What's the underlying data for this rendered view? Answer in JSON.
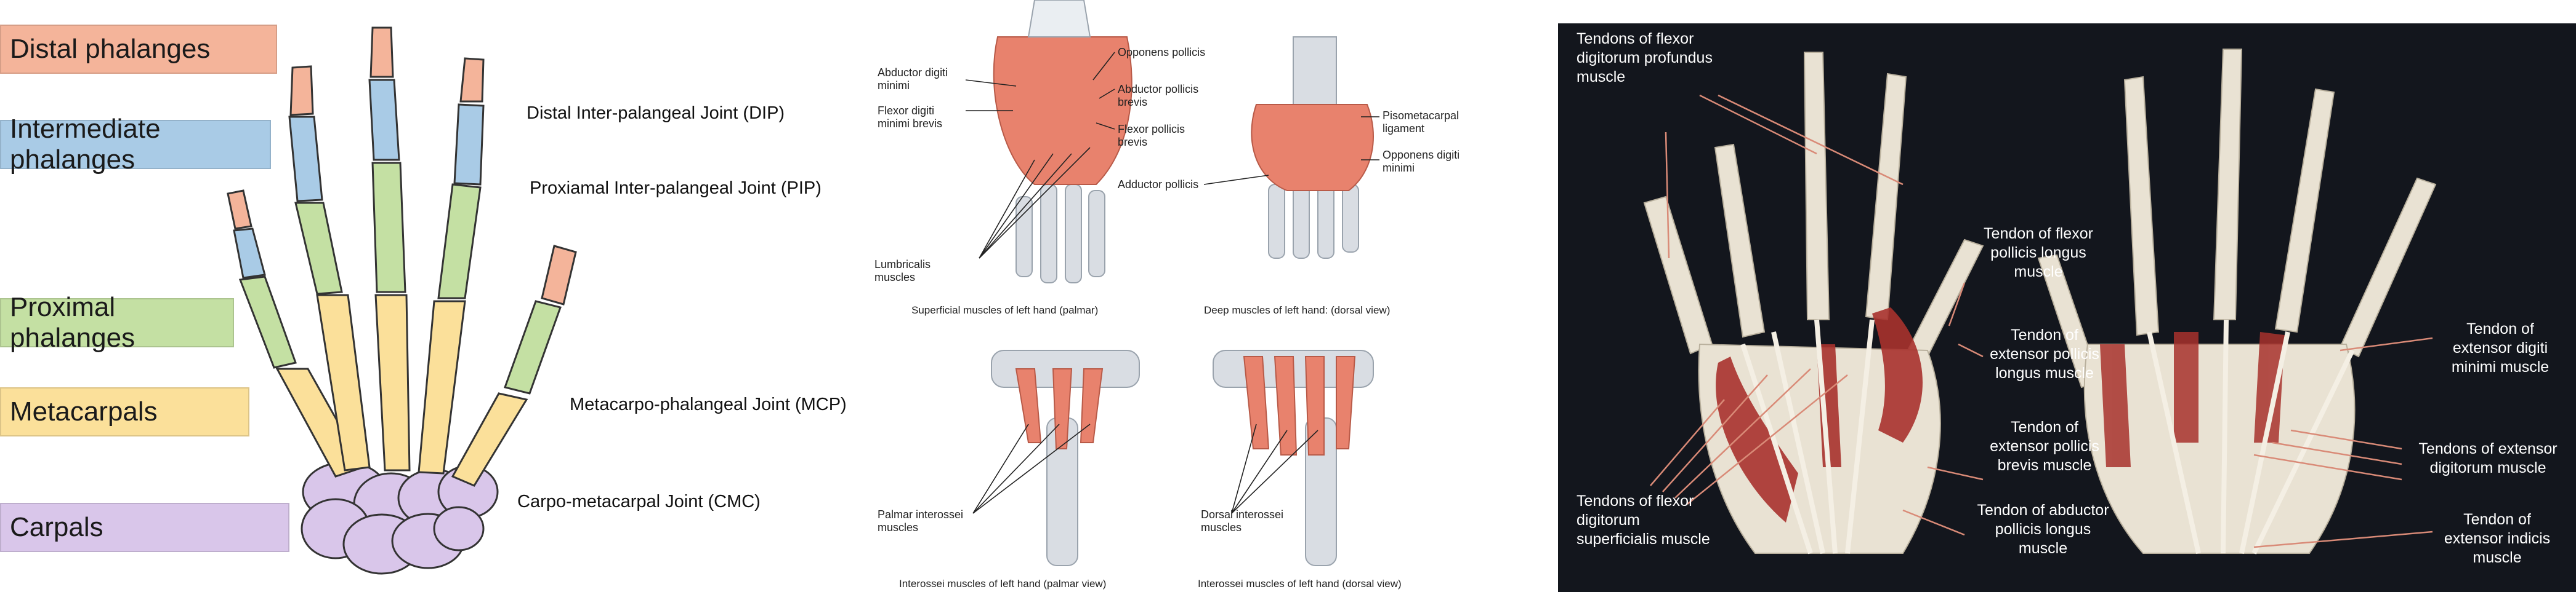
{
  "bones_panel": {
    "categories": [
      {
        "label": "Distal phalanges",
        "color": "#f4b49a"
      },
      {
        "label": "Intermediate phalanges",
        "color": "#a9cbe6"
      },
      {
        "label": "Proximal phalanges",
        "color": "#c4e0a3"
      },
      {
        "label": "Metacarpals",
        "color": "#fbe09a"
      },
      {
        "label": "Carpals",
        "color": "#d9c6ea"
      }
    ],
    "joints": [
      "Distal Inter-palangeal Joint (DIP)",
      "Proxiamal Inter-palangeal Joint (PIP)",
      "Metacarpo-phalangeal Joint (MCP)",
      "Carpo-metacarpal Joint (CMC)"
    ]
  },
  "muscles_panel": {
    "labels": {
      "abductor_digiti_minimi": "Abductor digiti minimi",
      "flexor_digiti_minimi_brevis": "Flexor digiti minimi brevis",
      "lumbricalis_muscles": "Lumbricalis muscles",
      "opponens_pollicis": "Opponens pollicis",
      "abductor_pollicis_brevis": "Abductor pollicis brevis",
      "flexor_pollicis_brevis": "Flexor pollicis brevis",
      "adductor_pollicis": "Adductor pollicis",
      "pisometacarpal_ligament": "Pisometacarpal ligament",
      "opponens_digiti_minimi": "Opponens digiti minimi",
      "palmar_interossei": "Palmar interossei muscles",
      "dorsal_interossei": "Dorsal interossei muscles"
    },
    "captions": {
      "superficial": "Superficial muscles of left hand (palmar)",
      "deep": "Deep muscles of left hand: (dorsal view)",
      "interossei_palmar": "Interossei muscles of left hand (palmar view)",
      "interossei_dorsal": "Interossei muscles of left hand (dorsal view)"
    }
  },
  "tendons_panel": {
    "labels": {
      "fdp": "Tendons of flexor digitorum profundus muscle",
      "fpl": "Tendon of flexor pollicis longus muscle",
      "epl": "Tendon of extensor pollicis longus muscle",
      "epb": "Tendon of extensor pollicis brevis muscle",
      "apl": "Tendon of abductor pollicis longus muscle",
      "fds": "Tendons of flexor digitorum superficialis muscle",
      "edm": "Tendon of extensor digiti minimi muscle",
      "ed": "Tendons of extensor digitorum muscle",
      "ei": "Tendon of extensor indicis muscle"
    },
    "colors": {
      "background": "#13161d",
      "bone": "#e9e2d3",
      "muscle": "#a8322d",
      "leader": "#d98a77"
    }
  }
}
